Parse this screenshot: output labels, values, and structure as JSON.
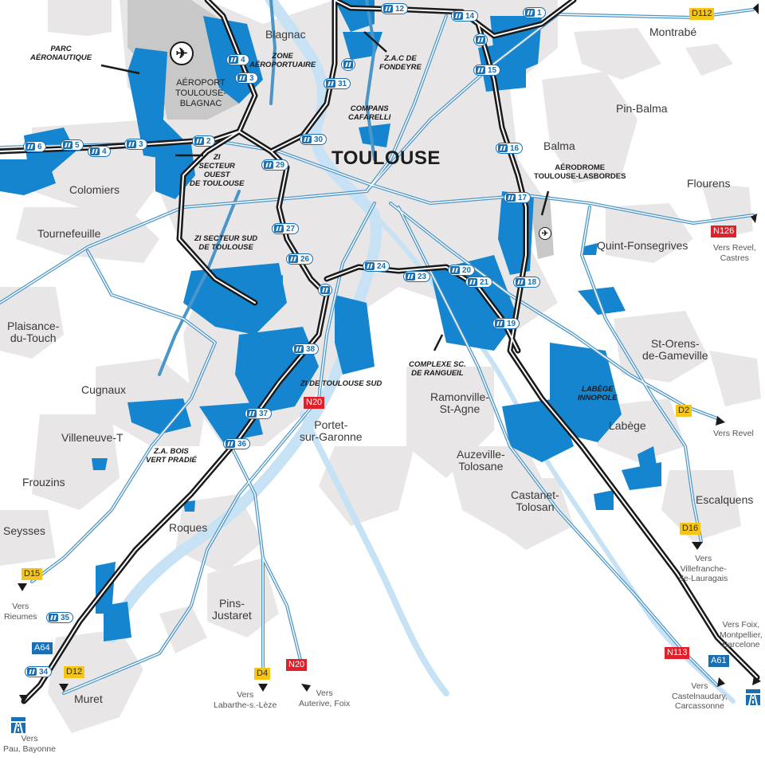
{
  "map": {
    "title": "TOULOUSE",
    "colors": {
      "background": "#ffffff",
      "urban_area": "#e8e6e6",
      "airport_area": "#c8c8c8",
      "industrial_zone": "#1585d0",
      "river": "#c6e2f4",
      "road": "#6aafd8",
      "motorway": "#1a1a1a",
      "exit_badge": "#1a6fb3",
      "departmental_badge": "#f5c518",
      "national_badge": "#e0202a",
      "autoroute_badge": "#1a6fb3"
    },
    "towns": [
      {
        "name": "Blagnac"
      },
      {
        "name": "Montrabé"
      },
      {
        "name": "Pin-Balma"
      },
      {
        "name": "Balma"
      },
      {
        "name": "Flourens"
      },
      {
        "name": "Colomiers"
      },
      {
        "name": "Tournefeuille"
      },
      {
        "name": "Quint-Fonsegrives"
      },
      {
        "name": "Plaisance-",
        "name2": "du-Touch"
      },
      {
        "name": "St-Orens-",
        "name2": "de-Gameville"
      },
      {
        "name": "Cugnaux"
      },
      {
        "name": "Ramonville-",
        "name2": "St-Agne"
      },
      {
        "name": "Portet-",
        "name2": "sur-Garonne"
      },
      {
        "name": "Labège"
      },
      {
        "name": "Villeneuve-T"
      },
      {
        "name": "Auzeville-",
        "name2": "Tolosane"
      },
      {
        "name": "Frouzins"
      },
      {
        "name": "Castanet-",
        "name2": "Tolosan"
      },
      {
        "name": "Escalquens"
      },
      {
        "name": "Roques"
      },
      {
        "name": "Seysses"
      },
      {
        "name": "Pins-",
        "name2": "Justaret"
      },
      {
        "name": "Muret"
      }
    ],
    "zones": [
      {
        "line1": "PARC",
        "line2": "AÉRONAUTIQUE"
      },
      {
        "line1": "ZONE",
        "line2": "AÉROPORTUAIRE"
      },
      {
        "line1": "Z.A.C DE",
        "line2": "FONDEYRE"
      },
      {
        "line1": "COMPANS",
        "line2": "CAFARELLI"
      },
      {
        "line1": "ZI",
        "line2": "SECTEUR",
        "line3": "OUEST",
        "line4": "DE TOULOUSE"
      },
      {
        "line1": "ZI SECTEUR SUD",
        "line2": "DE TOULOUSE"
      },
      {
        "line1": "COMPLEXE SC.",
        "line2": "DE RANGUEIL"
      },
      {
        "line1": "LABÈGE",
        "line2": "INNOPOLE"
      },
      {
        "line1": "ZI DE TOULOUSE SUD"
      },
      {
        "line1": "Z.A. BOIS",
        "line2": "VERT PRADIÉ"
      }
    ],
    "pois": {
      "airport": {
        "line1": "AÉROPORT",
        "line2": "TOULOUSE-",
        "line3": "BLAGNAC"
      },
      "aerodrome": {
        "line1": "AÉRODROME",
        "line2": "TOULOUSE-LASBORDES"
      }
    },
    "exits": [
      "12",
      "14",
      "1",
      "4",
      "3",
      "31",
      "15",
      "6",
      "5",
      "4",
      "3",
      "2",
      "30",
      "16",
      "29",
      "17",
      "27",
      "26",
      "24",
      "23",
      "20",
      "21",
      "18",
      "19",
      "38",
      "37",
      "36",
      "35",
      "34"
    ],
    "road_badges": {
      "d112": "D112",
      "n126": "N126",
      "d2": "D2",
      "n20_north": "N20",
      "d16": "D16",
      "d15": "D15",
      "a64": "A64",
      "d12": "D12",
      "d4": "D4",
      "n20_south": "N20",
      "n113": "N113",
      "a61": "A61"
    },
    "directions": {
      "revel_castres": {
        "line1": "Vers Revel,",
        "line2": "Castres"
      },
      "revel": {
        "line1": "Vers Revel"
      },
      "villefranche": {
        "line1": "Vers",
        "line2": "Villefranche-",
        "line3": "de-Lauragais"
      },
      "rieumes": {
        "line1": "Vers",
        "line2": "Rieumes"
      },
      "foix_montpellier": {
        "line1": "Vers Foix,",
        "line2": "Montpellier,",
        "line3": "Barcelone"
      },
      "labarthe": {
        "line1": "Vers",
        "line2": "Labarthe-s.-Lèze"
      },
      "auterive": {
        "line1": "Vers",
        "line2": "Auterive, Foix"
      },
      "castelnaudary": {
        "line1": "Vers",
        "line2": "Castelnaudary,",
        "line3": "Carcassonne"
      },
      "pau": {
        "line1": "Vers",
        "line2": "Pau, Bayonne"
      }
    },
    "icons": {
      "airport_icon": "✈",
      "motorway_icon": "motorway-symbol",
      "exit_icon": "motorway-exit-symbol"
    }
  }
}
